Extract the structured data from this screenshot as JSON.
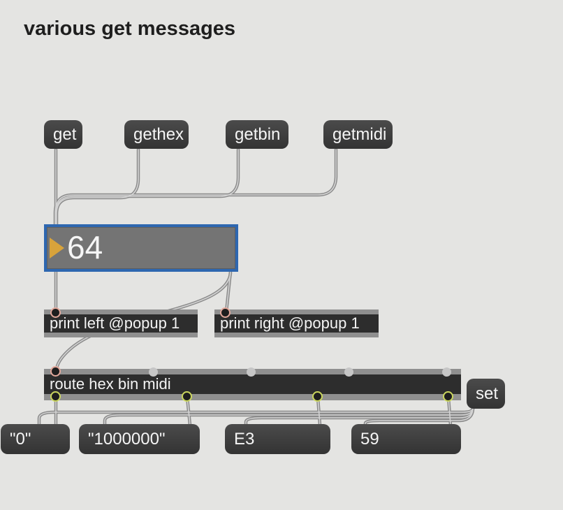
{
  "title": {
    "text": "various get messages"
  },
  "colors": {
    "background": "#E4E4E2",
    "selection_blue": "#2E67B0",
    "numberbox_fill": "#747474",
    "triangle_orange": "#D8A33B",
    "message_box_dark": "#3C3C3C",
    "object_box_dark": "#2D2D2D",
    "io_strip_gray": "#8F8F8F",
    "patch_cord_gray": "#8A8A8A",
    "hot_inlet_ring": "#E3A89B",
    "outlet_ring": "#CBD75D",
    "cold_inlet_gray": "#C6C6C6",
    "text_light": "#F5F5F5"
  },
  "top_messages": [
    {
      "label": "get"
    },
    {
      "label": "gethex"
    },
    {
      "label": "getbin"
    },
    {
      "label": "getmidi"
    }
  ],
  "number_box": {
    "value": "64"
  },
  "objects": {
    "print_left": {
      "text": "print left @popup 1"
    },
    "print_right": {
      "text": "print right @popup 1"
    },
    "route": {
      "text": "route hex bin midi"
    }
  },
  "set_message": {
    "label": "set"
  },
  "result_messages": [
    {
      "label": "\"0\""
    },
    {
      "label": "\"1000000\""
    },
    {
      "label": "E3"
    },
    {
      "label": "59"
    }
  ]
}
